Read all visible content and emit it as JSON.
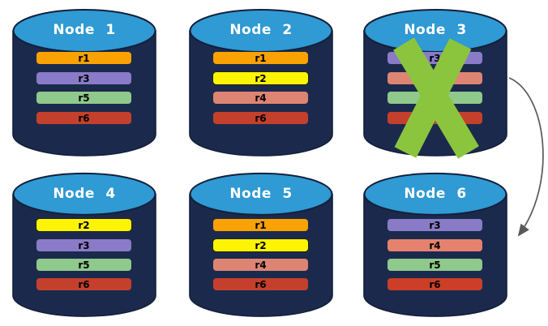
{
  "diagram": {
    "background": "#FFFFFF",
    "colors": {
      "cylinder_body": "#1B2A4C",
      "cylinder_top": "#2F9AD3",
      "cylinder_outline": "#131F3A",
      "title_text": "#FFFFFF",
      "bar_text": "#000000"
    },
    "nodes": [
      {
        "title": "Node 1",
        "failed": false,
        "replicas": [
          {
            "label": "r1",
            "color": "#F9A201",
            "outlined": false
          },
          {
            "label": "r3",
            "color": "#8A7BC8",
            "outlined": false
          },
          {
            "label": "r5",
            "color": "#8FC98B",
            "outlined": false
          },
          {
            "label": "r6",
            "color": "#C5402C",
            "outlined": false
          }
        ]
      },
      {
        "title": "Node 2",
        "failed": false,
        "replicas": [
          {
            "label": "r1",
            "color": "#F9A201",
            "outlined": false
          },
          {
            "label": "r2",
            "color": "#FDF403",
            "outlined": true
          },
          {
            "label": "r4",
            "color": "#DE8473",
            "outlined": false
          },
          {
            "label": "r6",
            "color": "#C5402C",
            "outlined": false
          }
        ]
      },
      {
        "title": "Node 3",
        "failed": true,
        "replicas": [
          {
            "label": "r3",
            "color": "#8A7BC8",
            "outlined": false
          },
          {
            "label": "",
            "color": "#DE8473",
            "outlined": false
          },
          {
            "label": "",
            "color": "#8FC98B",
            "outlined": false
          },
          {
            "label": "",
            "color": "#C5402C",
            "outlined": false
          }
        ]
      },
      {
        "title": "Node 4",
        "failed": false,
        "replicas": [
          {
            "label": "r2",
            "color": "#FDF403",
            "outlined": true
          },
          {
            "label": "r3",
            "color": "#8A7BC8",
            "outlined": false
          },
          {
            "label": "r5",
            "color": "#8FC98B",
            "outlined": false
          },
          {
            "label": "r6",
            "color": "#C5402C",
            "outlined": false
          }
        ]
      },
      {
        "title": "Node 5",
        "failed": false,
        "replicas": [
          {
            "label": "r1",
            "color": "#F9A201",
            "outlined": false
          },
          {
            "label": "r2",
            "color": "#FDF403",
            "outlined": true
          },
          {
            "label": "r4",
            "color": "#DE8473",
            "outlined": false
          },
          {
            "label": "r6",
            "color": "#C5402C",
            "outlined": false
          }
        ]
      },
      {
        "title": "Node 6",
        "failed": false,
        "replicas": [
          {
            "label": "r3",
            "color": "#8A7BC8",
            "outlined": false
          },
          {
            "label": "r4",
            "color": "#E5826E",
            "outlined": false
          },
          {
            "label": "r5",
            "color": "#8FC98B",
            "outlined": false
          },
          {
            "label": "r6",
            "color": "#CC3E28",
            "outlined": false
          }
        ]
      }
    ],
    "x_mark": {
      "color": "#8BC53E",
      "target": "Node 3"
    },
    "arrow": {
      "color": "#595959",
      "from": "Node 3",
      "to": "Node 6"
    }
  }
}
